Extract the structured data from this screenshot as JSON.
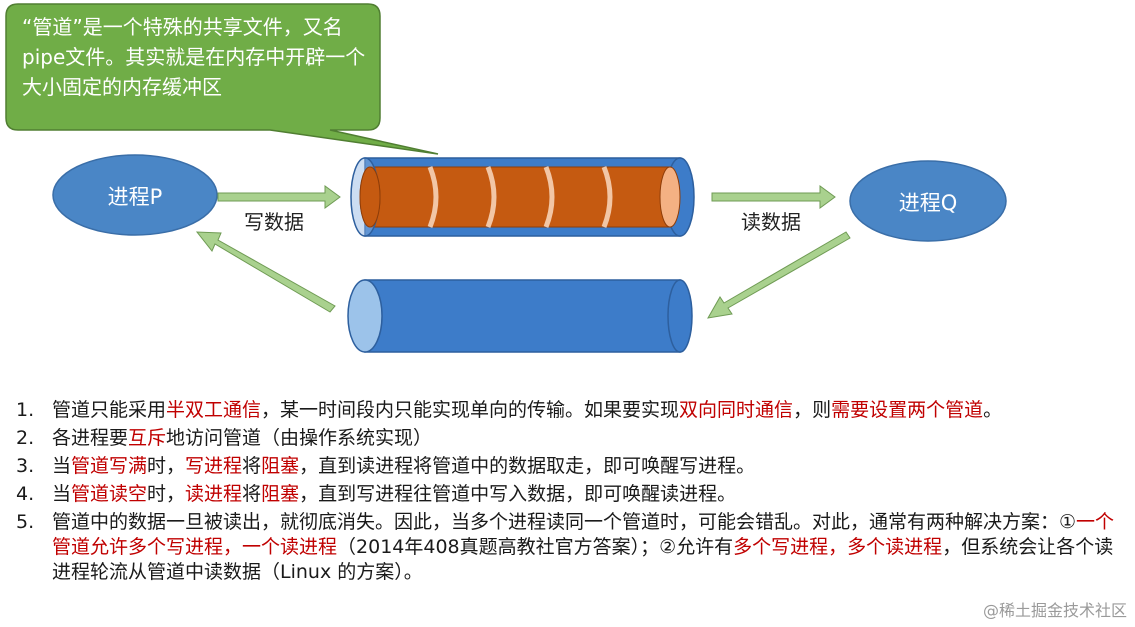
{
  "callout": {
    "text": "“管道”是一个特殊的共享文件，又名pipe文件。其实就是在内存中开辟一个大小固定的内存缓冲区"
  },
  "nodes": {
    "p": "进程P",
    "q": "进程Q"
  },
  "edges": {
    "write": "写数据",
    "read": "读数据"
  },
  "colors": {
    "ellipse": "#4a86c6",
    "callout": "#70ad47",
    "pipe_fill": "#c55a11",
    "pipe_body": "#3d7cc9",
    "arrow": "#a9d18e",
    "highlight": "#c00000"
  },
  "notes": [
    {
      "num": "1.",
      "parts": [
        {
          "t": "管道只能采用"
        },
        {
          "t": "半双工通信",
          "red": true
        },
        {
          "t": "，某一时间段内只能实现单向的传输。如果要实现"
        },
        {
          "t": "双向同时通信",
          "red": true
        },
        {
          "t": "，则"
        },
        {
          "t": "需要设置两个管道",
          "red": true
        },
        {
          "t": "。"
        }
      ]
    },
    {
      "num": "2.",
      "parts": [
        {
          "t": "各进程要"
        },
        {
          "t": "互斥",
          "red": true
        },
        {
          "t": "地访问管道（由操作系统实现）"
        }
      ]
    },
    {
      "num": "3.",
      "parts": [
        {
          "t": "当"
        },
        {
          "t": "管道写满",
          "red": true
        },
        {
          "t": "时，"
        },
        {
          "t": "写进程",
          "red": true
        },
        {
          "t": "将"
        },
        {
          "t": "阻塞",
          "red": true
        },
        {
          "t": "，直到读进程将管道中的数据取走，即可唤醒写进程。"
        }
      ]
    },
    {
      "num": "4.",
      "parts": [
        {
          "t": "当"
        },
        {
          "t": "管道读空",
          "red": true
        },
        {
          "t": "时，"
        },
        {
          "t": "读进程",
          "red": true
        },
        {
          "t": "将"
        },
        {
          "t": "阻塞",
          "red": true
        },
        {
          "t": "，直到写进程往管道中写入数据，即可唤醒读进程。"
        }
      ]
    },
    {
      "num": "5.",
      "parts": [
        {
          "t": "管道中的数据一旦被读出，就彻底消失。因此，当多个进程读同一个管道时，可能会错乱。对此，通常有两种解决方案：①"
        },
        {
          "t": "一个管道允许多个写进程，一个读进程",
          "red": true
        },
        {
          "t": "（2014年408真题高教社官方答案）；②允许有"
        },
        {
          "t": "多个写进程，多个读进程",
          "red": true
        },
        {
          "t": "，但系统会让各个读进程轮流从管道中读数据（Linux 的方案）。"
        }
      ]
    }
  ],
  "watermark": "@稀土掘金技术社区"
}
